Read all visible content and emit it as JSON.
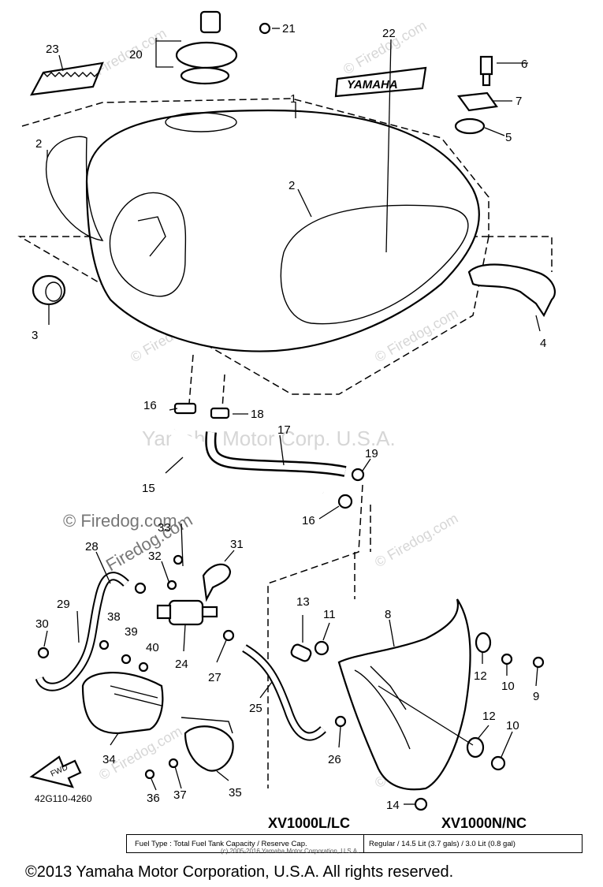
{
  "watermarks": {
    "firedog": "© Firedog.com",
    "firedog_alt": "Firedog.com",
    "yamaha": "Yamaha Motor Corp. U.S.A."
  },
  "callouts": [
    "1",
    "2",
    "2",
    "3",
    "4",
    "5",
    "6",
    "7",
    "8",
    "9",
    "10",
    "10",
    "11",
    "12",
    "12",
    "13",
    "14",
    "15",
    "16",
    "16",
    "17",
    "18",
    "19",
    "20",
    "21",
    "22",
    "23",
    "24",
    "25",
    "26",
    "27",
    "28",
    "29",
    "30",
    "31",
    "32",
    "33",
    "34",
    "35",
    "36",
    "37",
    "38",
    "39",
    "40"
  ],
  "badge_text": "YAMAHA",
  "arrow_label": "FWD",
  "ref_code": "42G110-4260",
  "models": {
    "left": "XV1000L/LC",
    "right": "XV1000N/NC"
  },
  "fuel_table": {
    "left": "Fuel Type : Total Fuel Tank Capacity / Reserve Cap.",
    "right": "Regular / 14.5 Lit (3.7 gals) / 3.0 Lit (0.8 gal)"
  },
  "small_copyright": "(c) 2005-2016 Yamaha Motor Corporation, U.S.A.",
  "copyright": "©2013 Yamaha Motor Corporation, U.S.A. All rights reserved."
}
